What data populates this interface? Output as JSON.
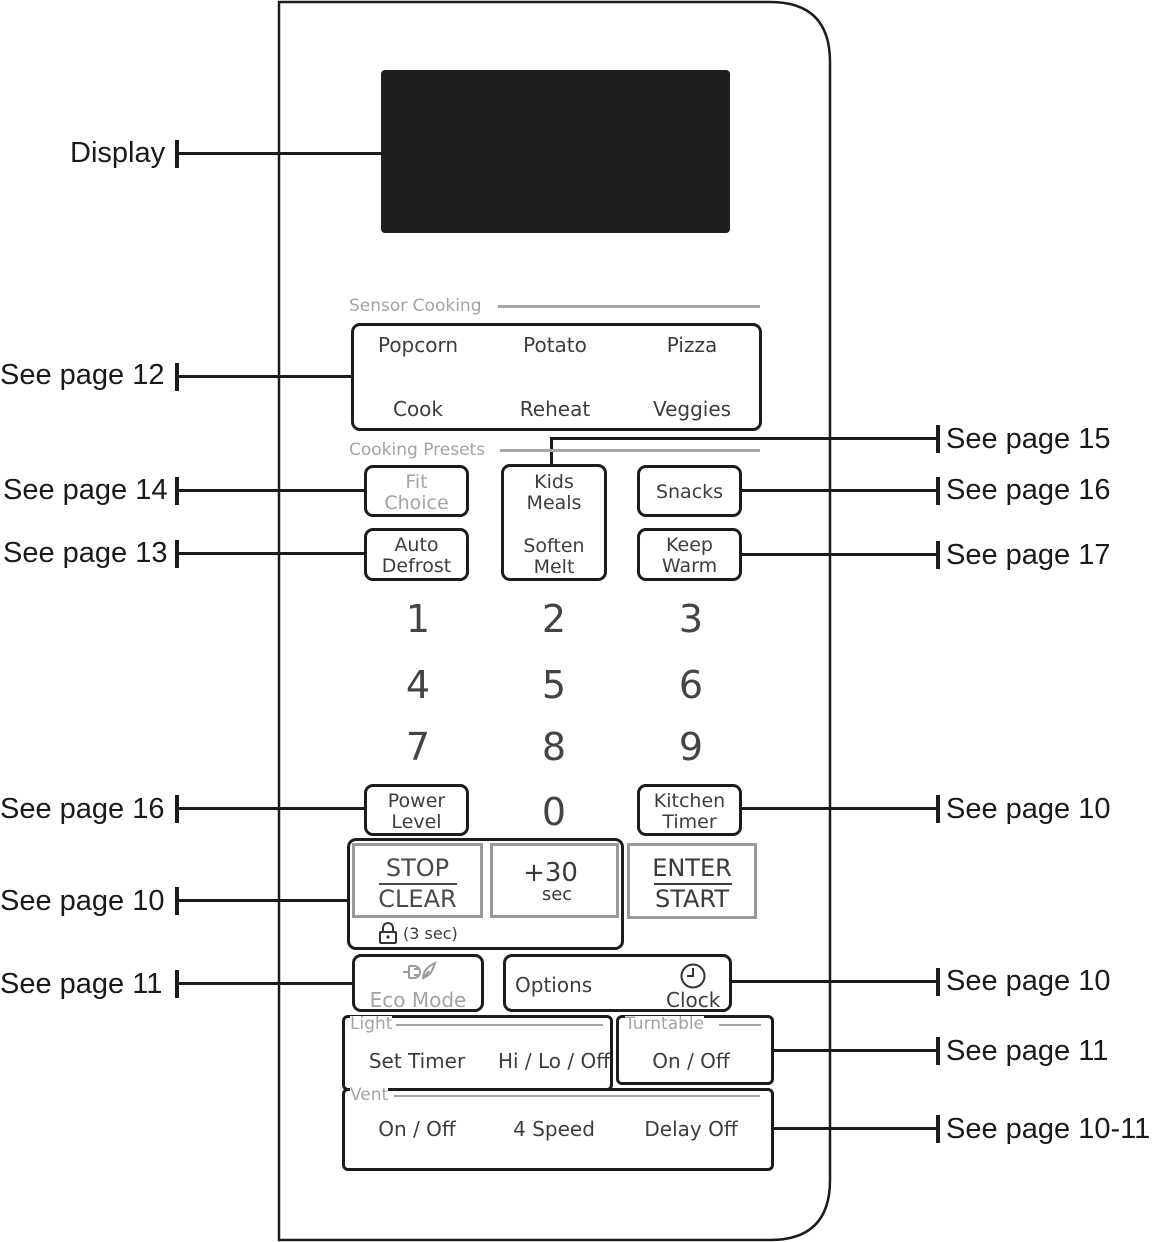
{
  "panel": {
    "display_label": "Display",
    "sensor_cooking": {
      "title": "Sensor Cooking",
      "row1": [
        "Popcorn",
        "Potato",
        "Pizza"
      ],
      "row2": [
        "Cook",
        "Reheat",
        "Veggies"
      ]
    },
    "cooking_presets": {
      "title": "Cooking Presets",
      "fit_choice": [
        "Fit",
        "Choice"
      ],
      "kids_meals": [
        "Kids",
        "Meals"
      ],
      "snacks": "Snacks",
      "auto_defrost": [
        "Auto",
        "Defrost"
      ],
      "soften_melt": [
        "Soften",
        "Melt"
      ],
      "keep_warm": [
        "Keep",
        "Warm"
      ]
    },
    "keypad": [
      "1",
      "2",
      "3",
      "4",
      "5",
      "6",
      "7",
      "8",
      "9",
      "0"
    ],
    "power_level": [
      "Power",
      "Level"
    ],
    "kitchen_timer": [
      "Kitchen",
      "Timer"
    ],
    "stop_clear": [
      "STOP",
      "CLEAR"
    ],
    "lock_note": "(3 sec)",
    "plus30": [
      "+30",
      "sec"
    ],
    "enter_start": [
      "ENTER",
      "START"
    ],
    "eco_mode": "Eco Mode",
    "options": "Options",
    "clock": "Clock",
    "light": {
      "title": "Light",
      "set_timer": "Set Timer",
      "hi_lo_off": "Hi / Lo / Off"
    },
    "turntable": {
      "title": "Turntable",
      "on_off": "On / Off"
    },
    "vent": {
      "title": "Vent",
      "on_off": "On / Off",
      "speed": "4 Speed",
      "delay_off": "Delay Off"
    }
  },
  "callouts": {
    "sensor": "See page 12",
    "fit_choice": "See page 14",
    "auto_defrost": "See page 13",
    "power_level": "See page 16",
    "stop_clear": "See page 10",
    "eco_mode": "See page 11",
    "kids_meals": "See page 15",
    "snacks": "See page 16",
    "keep_warm": "See page 17",
    "kitchen_timer": "See page 10",
    "options_clock": "See page 10",
    "turntable": "See page 11",
    "vent": "See page 10-11"
  },
  "icons": [
    "lock-icon",
    "eco-plug-icon",
    "clock-icon"
  ],
  "colors": {
    "display": "#1f1f1f",
    "outline": "#1c1c1c",
    "section_label": "#a3a3a3",
    "key_text": "#3d3d3d"
  }
}
